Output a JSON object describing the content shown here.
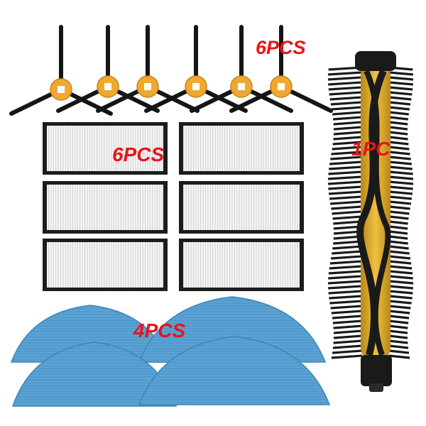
{
  "labels": {
    "side_brushes": "6PCS",
    "filters": "6PCS",
    "roller_brush": "1PC",
    "mop_pads": "4PCS"
  },
  "colors": {
    "label_red": "#e8141b",
    "brush_hub": "#f0a830",
    "bristle": "#151515",
    "filter_frame": "#1c1c1c",
    "filter_mesh": "#f4f4f4",
    "mop_blue": "#5aa3d4",
    "roller_core": "#d9a520",
    "roller_bristle": "#1a1a1a"
  },
  "items": {
    "side_brush_count": 6,
    "filter_count": 6,
    "roller_count": 1,
    "mop_count": 4
  }
}
